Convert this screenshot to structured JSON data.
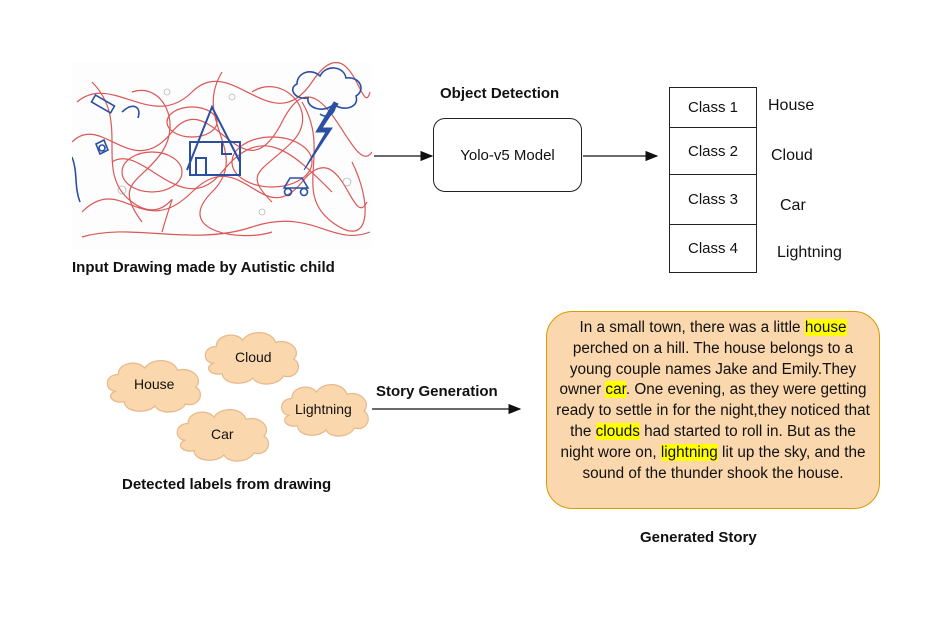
{
  "colors": {
    "cloud_fill": "#fad7ac",
    "cloud_stroke": "#e7b98a",
    "story_fill": "#fad7ac",
    "story_stroke": "#d79b00",
    "highlight": "#ffff00",
    "sketch_red": "#d63a3a",
    "sketch_blue": "#2b4fa3"
  },
  "input": {
    "caption": "Input Drawing made by Autistic child",
    "image_icon": "child-drawing-sketch"
  },
  "detection": {
    "title": "Object Detection",
    "model_label": "Yolo-v5 Model"
  },
  "classes": [
    {
      "cell": "Class 1",
      "label": "House"
    },
    {
      "cell": "Class 2",
      "label": "Cloud"
    },
    {
      "cell": "Class 3",
      "label": "Car"
    },
    {
      "cell": "Class 4",
      "label": "Lightning"
    }
  ],
  "labels": {
    "caption": "Detected labels from drawing",
    "clouds": [
      "House",
      "Cloud",
      "Lightning",
      "Car"
    ]
  },
  "story": {
    "arrow_label": "Story Generation",
    "caption": "Generated Story",
    "segments": [
      {
        "text": "In a small town, there was a little ",
        "hl": false
      },
      {
        "text": "house",
        "hl": true
      },
      {
        "text": " perched on a hill. The house belongs to a young couple names Jake and Emily.They owner ",
        "hl": false
      },
      {
        "text": "car",
        "hl": true
      },
      {
        "text": ". One evening, as they were getting ready to settle in for the night,they noticed that the ",
        "hl": false
      },
      {
        "text": "clouds",
        "hl": true
      },
      {
        "text": " had started to roll in. But as the night wore on, ",
        "hl": false
      },
      {
        "text": "lightning",
        "hl": true
      },
      {
        "text": " lit up the sky, and the sound of the thunder shook the house.",
        "hl": false
      }
    ]
  }
}
